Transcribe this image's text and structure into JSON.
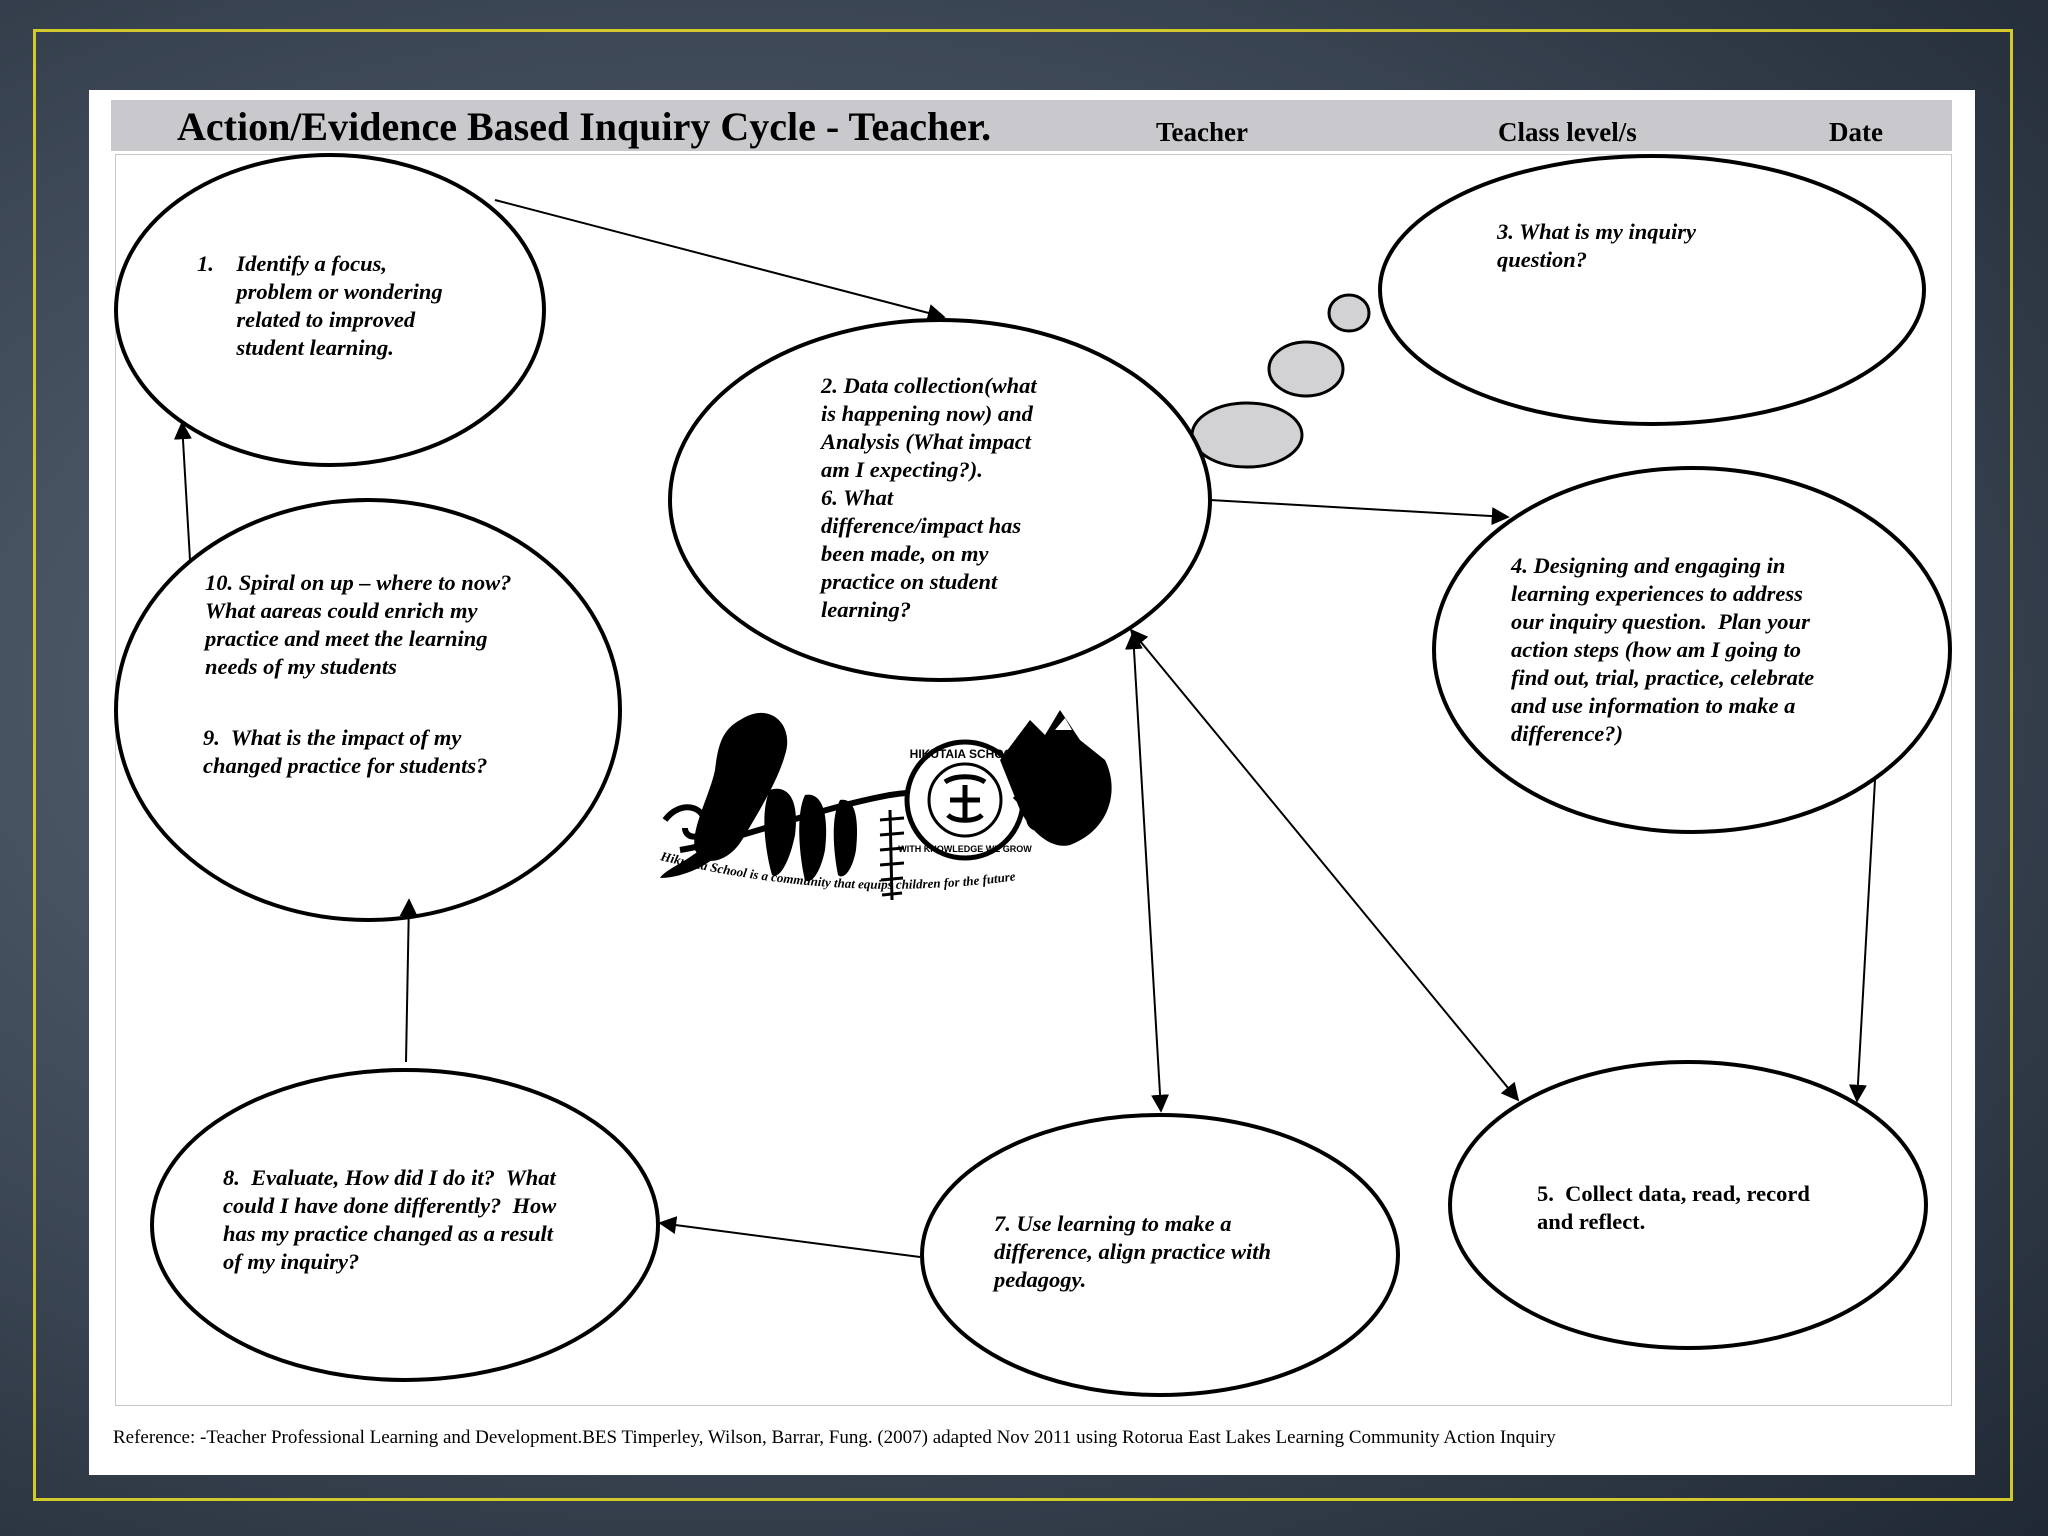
{
  "header": {
    "title": "Action/Evidence Based Inquiry Cycle - Teacher.",
    "teacher_label": "Teacher",
    "class_label": "Class level/s",
    "date_label": "Date"
  },
  "nodes": {
    "n1": [
      "1.    Identify a focus,",
      "       problem or wondering",
      "       related to improved",
      "       student learning."
    ],
    "n2": [
      "2. Data collection(what",
      "is happening now) and",
      "Analysis (What impact",
      "am I expecting?).",
      "6. What",
      "difference/impact has",
      "been made, on my",
      "practice on student",
      "learning?"
    ],
    "n3": [
      "3. What is my inquiry",
      "question?"
    ],
    "n4": [
      "4. Designing and engaging in",
      "learning experiences to address",
      "our inquiry question.  Plan your",
      "action steps (how am I going to",
      "find out, trial, practice, celebrate",
      "and use information to make a",
      "difference?)"
    ],
    "n5": [
      "5.  Collect data, read, record",
      "and reflect."
    ],
    "n7": [
      "7. Use learning to make a",
      "difference, align practice with",
      "pedagogy."
    ],
    "n8": [
      "8.  Evaluate, How did I do it?  What",
      "could I have done differently?  How",
      "has my practice changed as a result",
      "of my inquiry?"
    ],
    "n10": [
      "10. Spiral on up – where to now?",
      "What aareas could enrich my",
      "practice and meet the learning",
      "needs of my students"
    ],
    "n9": [
      "9.  What is the impact of my",
      "changed practice for students?"
    ]
  },
  "logo": {
    "school_ring": "HIKUTAIA SCHOOL",
    "motto_ring": "WITH KNOWLEDGE WE GROW",
    "caption": "Hikutaia School is a community that equips children for the future"
  },
  "reference": "Reference: -Teacher Professional Learning and Development.BES Timperley, Wilson, Barrar, Fung. (2007)   adapted Nov 2011 using Rotorua East Lakes Learning Community Action Inquiry"
}
